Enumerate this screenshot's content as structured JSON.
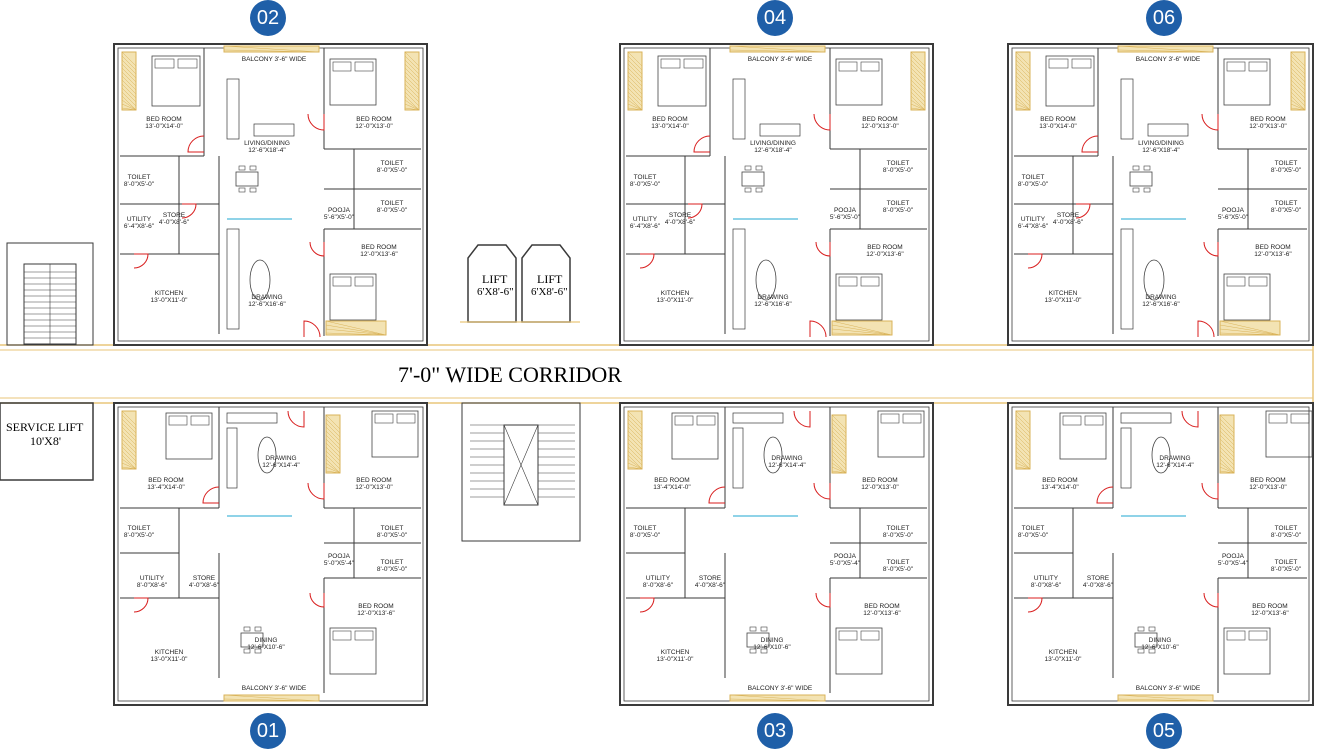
{
  "corridor_label": "7'-0\" WIDE CORRIDOR",
  "service_lift": {
    "title": "SERVICE LIFT",
    "size": "10'X8'"
  },
  "lifts": [
    {
      "title": "LIFT",
      "size": "6'X8'-6\""
    },
    {
      "title": "LIFT",
      "size": "6'X8'-6\""
    }
  ],
  "flats_top": [
    {
      "number": "02",
      "rooms": {
        "balcony": "BALCONY 3'-6\" WIDE",
        "bed1": "BED ROOM",
        "bed1_size": "13'-0\"X14'-0\"",
        "living": "LIVING/DINING",
        "living_size": "12'-6\"X18'-4\"",
        "bed2": "BED ROOM",
        "bed2_size": "12'-0\"X13'-0\"",
        "toilet1": "TOILET",
        "toilet1_size": "8'-0\"X5'-0\"",
        "toilet2": "TOILET",
        "toilet2_size": "8'-0\"X5'-0\"",
        "toilet3": "TOILET",
        "toilet3_size": "8'-0\"X5'-0\"",
        "pooja": "POOJA",
        "pooja_size": "5'-6\"X5'-0\"",
        "utility": "UTILITY",
        "utility_size": "6'-4\"X8'-6\"",
        "store": "STORE",
        "store_size": "4'-0\"X8'-6\"",
        "bed3": "BED ROOM",
        "bed3_size": "12'-0\"X13'-6\"",
        "kitchen": "KITCHEN",
        "kitchen_size": "13'-0\"X11'-0\"",
        "drawing": "DRAWING",
        "drawing_size": "12'-6\"X16'-6\""
      }
    },
    {
      "number": "04",
      "rooms": {
        "balcony": "BALCONY 3'-6\" WIDE",
        "bed1": "BED ROOM",
        "bed1_size": "13'-0\"X14'-0\"",
        "living": "LIVING/DINING",
        "living_size": "12'-6\"X18'-4\"",
        "bed2": "BED ROOM",
        "bed2_size": "12'-0\"X13'-0\"",
        "toilet1": "TOILET",
        "toilet1_size": "8'-0\"X5'-0\"",
        "toilet2": "TOILET",
        "toilet2_size": "8'-0\"X5'-0\"",
        "toilet3": "TOILET",
        "toilet3_size": "8'-0\"X5'-0\"",
        "pooja": "POOJA",
        "pooja_size": "5'-6\"X5'-0\"",
        "utility": "UTILITY",
        "utility_size": "6'-4\"X8'-6\"",
        "store": "STORE",
        "store_size": "4'-0\"X8'-6\"",
        "bed3": "BED ROOM",
        "bed3_size": "12'-0\"X13'-6\"",
        "kitchen": "KITCHEN",
        "kitchen_size": "13'-0\"X11'-0\"",
        "drawing": "DRAWING",
        "drawing_size": "12'-6\"X16'-6\""
      }
    },
    {
      "number": "06",
      "rooms": {
        "balcony": "BALCONY 3'-6\" WIDE",
        "bed1": "BED ROOM",
        "bed1_size": "13'-0\"X14'-0\"",
        "living": "LIVING/DINING",
        "living_size": "12'-6\"X18'-4\"",
        "bed2": "BED ROOM",
        "bed2_size": "12'-0\"X13'-0\"",
        "toilet1": "TOILET",
        "toilet1_size": "8'-0\"X5'-0\"",
        "toilet2": "TOILET",
        "toilet2_size": "8'-0\"X5'-0\"",
        "toilet3": "TOILET",
        "toilet3_size": "8'-0\"X5'-0\"",
        "pooja": "POOJA",
        "pooja_size": "5'-6\"X5'-0\"",
        "utility": "UTILITY",
        "utility_size": "6'-4\"X8'-6\"",
        "store": "STORE",
        "store_size": "4'-0\"X8'-6\"",
        "bed3": "BED ROOM",
        "bed3_size": "12'-0\"X13'-6\"",
        "kitchen": "KITCHEN",
        "kitchen_size": "13'-0\"X11'-0\"",
        "drawing": "DRAWING",
        "drawing_size": "12'-6\"X16'-6\""
      }
    }
  ],
  "flats_bottom": [
    {
      "number": "01",
      "rooms": {
        "bed1": "BED ROOM",
        "bed1_size": "13'-4\"X14'-0\"",
        "drawing": "DRAWING",
        "drawing_size": "12'-6\"X14'-4\"",
        "bed2": "BED ROOM",
        "bed2_size": "12'-0\"X13'-0\"",
        "toilet1": "TOILET",
        "toilet1_size": "8'-0\"X5'-0\"",
        "toilet2": "TOILET",
        "toilet2_size": "8'-0\"X5'-0\"",
        "toilet3": "TOILET",
        "toilet3_size": "8'-0\"X5'-0\"",
        "pooja": "POOJA",
        "pooja_size": "5'-0\"X5'-4\"",
        "utility": "UTILITY",
        "utility_size": "8'-0\"X8'-6\"",
        "store": "STORE",
        "store_size": "4'-0\"X8'-6\"",
        "bed3": "BED ROOM",
        "bed3_size": "12'-0\"X13'-6\"",
        "kitchen": "KITCHEN",
        "kitchen_size": "13'-0\"X11'-0\"",
        "dining": "DINING",
        "dining_size": "12'-6\"X10'-6\"",
        "balcony": "BALCONY 3'-6\" WIDE"
      }
    },
    {
      "number": "03",
      "rooms": {
        "bed1": "BED ROOM",
        "bed1_size": "13'-4\"X14'-0\"",
        "drawing": "DRAWING",
        "drawing_size": "12'-6\"X14'-4\"",
        "bed2": "BED ROOM",
        "bed2_size": "12'-0\"X13'-0\"",
        "toilet1": "TOILET",
        "toilet1_size": "8'-0\"X5'-0\"",
        "toilet2": "TOILET",
        "toilet2_size": "8'-0\"X5'-0\"",
        "toilet3": "TOILET",
        "toilet3_size": "8'-0\"X5'-0\"",
        "pooja": "POOJA",
        "pooja_size": "5'-0\"X5'-4\"",
        "utility": "UTILITY",
        "utility_size": "8'-0\"X8'-6\"",
        "store": "STORE",
        "store_size": "4'-0\"X8'-6\"",
        "bed3": "BED ROOM",
        "bed3_size": "12'-0\"X13'-6\"",
        "kitchen": "KITCHEN",
        "kitchen_size": "13'-0\"X11'-0\"",
        "dining": "DINING",
        "dining_size": "12'-6\"X10'-6\"",
        "balcony": "BALCONY 3'-6\" WIDE"
      }
    },
    {
      "number": "05",
      "rooms": {
        "bed1": "BED ROOM",
        "bed1_size": "13'-4\"X14'-0\"",
        "drawing": "DRAWING",
        "drawing_size": "12'-6\"X14'-4\"",
        "bed2": "BED ROOM",
        "bed2_size": "12'-0\"X13'-0\"",
        "toilet1": "TOILET",
        "toilet1_size": "8'-0\"X5'-0\"",
        "toilet2": "TOILET",
        "toilet2_size": "8'-0\"X5'-0\"",
        "toilet3": "TOILET",
        "toilet3_size": "8'-0\"X5'-0\"",
        "pooja": "POOJA",
        "pooja_size": "5'-0\"X5'-4\"",
        "utility": "UTILITY",
        "utility_size": "8'-0\"X8'-6\"",
        "store": "STORE",
        "store_size": "4'-0\"X8'-6\"",
        "bed3": "BED ROOM",
        "bed3_size": "12'-0\"X13'-6\"",
        "kitchen": "KITCHEN",
        "kitchen_size": "13'-0\"X11'-0\"",
        "dining": "DINING",
        "dining_size": "12'-6\"X10'-6\"",
        "balcony": "BALCONY 3'-6\" WIDE"
      }
    }
  ],
  "colors": {
    "badge": "#1f5fa8",
    "wall": "#3a3a3a",
    "door": "#d81c1c",
    "corridor_line": "#e9c67a",
    "window": "#8fd3e8",
    "hatch": "#d9b35a"
  }
}
